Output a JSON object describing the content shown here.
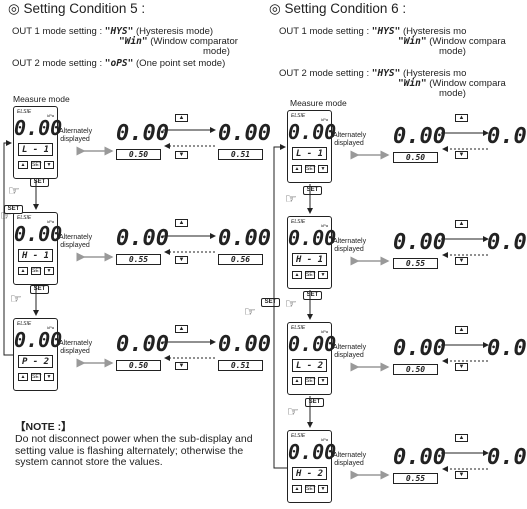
{
  "cond5": {
    "heading": "◎ Setting Condition 5 :",
    "out1_label": "OUT 1 mode setting : ",
    "out1_code1": "\"HYS\"",
    "out1_desc1": "(Hysteresis mode)",
    "out1_code2": "\"Win\"",
    "out1_desc2": "(Window comparator",
    "out1_desc2b": "mode)",
    "out2_label": "OUT 2 mode setting : ",
    "out2_code": "\"oPS\"",
    "out2_desc": "(One point set mode)",
    "measure_mode": "Measure mode",
    "rows": [
      {
        "main": "0.00",
        "sub": "L - 1",
        "alt_a": "0.00",
        "val_a": "0.50",
        "alt_b": "0.00",
        "val_b": "0.51"
      },
      {
        "main": "0.00",
        "sub": "H - 1",
        "alt_a": "0.00",
        "val_a": "0.55",
        "alt_b": "0.00",
        "val_b": "0.56"
      },
      {
        "main": "0.00",
        "sub": "P - 2",
        "alt_a": "0.00",
        "val_a": "0.50",
        "alt_b": "0.00",
        "val_b": "0.51"
      }
    ],
    "note_title": "【NOTE :】",
    "note_text": "Do not disconnect power when the sub-display and setting value is flashing alternately; otherwise the system cannot store the values."
  },
  "cond6": {
    "heading": "◎ Setting Condition 6 :",
    "out1_label": "OUT 1 mode setting : ",
    "out1_code1": "\"HYS\"",
    "out1_desc1": "(Hysteresis mo",
    "out1_code2": "\"Win\"",
    "out1_desc2": "(Window compara",
    "out1_desc2b": "mode)",
    "out2_label": "OUT 2 mode setting : ",
    "out2_code1": "\"HYS\"",
    "out2_desc1": "(Hysteresis mo",
    "out2_code2": "\"Win\"",
    "out2_desc2": "(Window compara",
    "out2_desc2b": "mode)",
    "measure_mode": "Measure mode",
    "rows": [
      {
        "main": "0.00",
        "sub": "L - 1",
        "alt_a": "0.00",
        "val_a": "0.50",
        "alt_b": "0.0"
      },
      {
        "main": "0.00",
        "sub": "H - 1",
        "alt_a": "0.00",
        "val_a": "0.55",
        "alt_b": "0.0"
      },
      {
        "main": "0.00",
        "sub": "L - 2",
        "alt_a": "0.00",
        "val_a": "0.50",
        "alt_b": "0.0"
      },
      {
        "main": "0.00",
        "sub": "H - 2",
        "alt_a": "0.00",
        "val_a": "0.55",
        "alt_b": "0.0"
      }
    ]
  },
  "common": {
    "brand": "ELSIE",
    "unit": "kPa",
    "alternately": "Alternately displayed",
    "set": "SET",
    "up": "▲",
    "down": "▼"
  }
}
